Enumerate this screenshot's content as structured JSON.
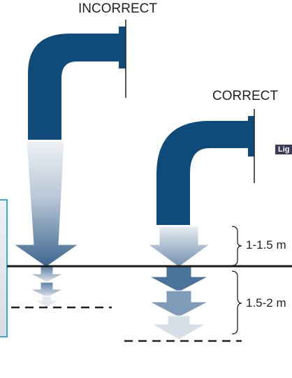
{
  "labels": {
    "incorrect": "INCORRECT",
    "correct": "CORRECT",
    "tag_fragment": "Lig",
    "range_upper": "1-1.5 m",
    "range_lower": "1.5-2 m"
  },
  "colors": {
    "pipe": "#0e4a7a",
    "arrow_dark": "#3c6690",
    "arrow_light": "#e8ecf1",
    "ground": "#1a1a1a",
    "inset_border": "#3aa9de",
    "tag_bg": "#3b3a5a"
  },
  "icons": {
    "left_pipe": "elbow-pipe-icon",
    "right_pipe": "elbow-pipe-icon",
    "arrows": "down-arrow-icon"
  }
}
